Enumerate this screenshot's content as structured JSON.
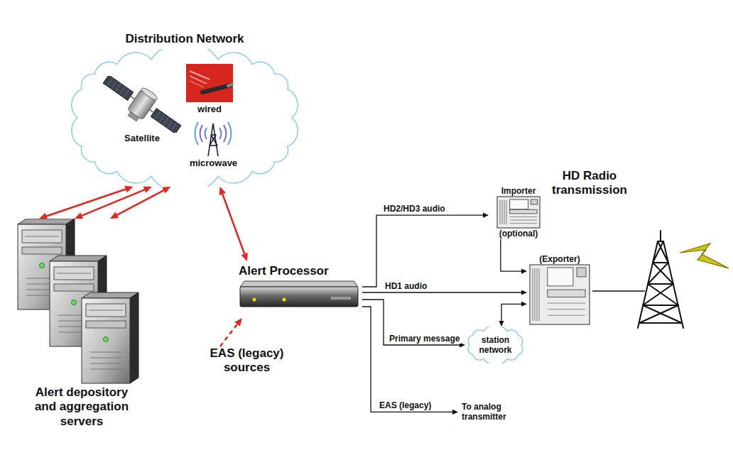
{
  "diagram": {
    "nodes": [
      {
        "text": [
          "Distribution Network"
        ]
      },
      {
        "text": [
          "Satellite"
        ],
        "in": 0
      },
      {
        "text": [
          "wired"
        ],
        "in": 0
      },
      {
        "text": [
          "microwave"
        ],
        "in": 0
      },
      {
        "text": [
          "Alert depository and aggregation servers"
        ]
      },
      {
        "text": [
          "Alert Processor"
        ]
      },
      {
        "text": [
          "EAS (legacy) sources"
        ]
      },
      {
        "text": [
          "Importer",
          "(optional)"
        ]
      },
      {
        "text": [
          "(Exporter)"
        ]
      },
      {
        "text": [
          "station network"
        ]
      },
      {
        "text": [
          "To analog transmitter"
        ]
      }
    ],
    "edges": [
      {
        "from": 4,
        "to": 0,
        "arrow": "both"
      },
      {
        "from": 4,
        "to": 0,
        "arrow": "both"
      },
      {
        "from": 4,
        "to": 0,
        "arrow": "both"
      },
      {
        "from": 5,
        "to": 0,
        "arrow": "both"
      },
      {
        "from": 6,
        "to": 5,
        "arrow": "to"
      },
      {
        "from": 5,
        "to": 7,
        "label": "HD2/HD3 audio",
        "arrow": "to"
      },
      {
        "from": 7,
        "to": 8,
        "arrow": "to"
      },
      {
        "from": 5,
        "to": 8,
        "label": "HD1 audio",
        "arrow": "to"
      },
      {
        "from": 9,
        "to": 8,
        "arrow": "both"
      },
      {
        "from": 5,
        "to": 9,
        "label": "Primary message",
        "arrow": "to"
      },
      {
        "from": 5,
        "to": 10,
        "label": "EAS (legacy)",
        "arrow": "to"
      }
    ],
    "labels": [
      "HD Radio transmission"
    ]
  }
}
